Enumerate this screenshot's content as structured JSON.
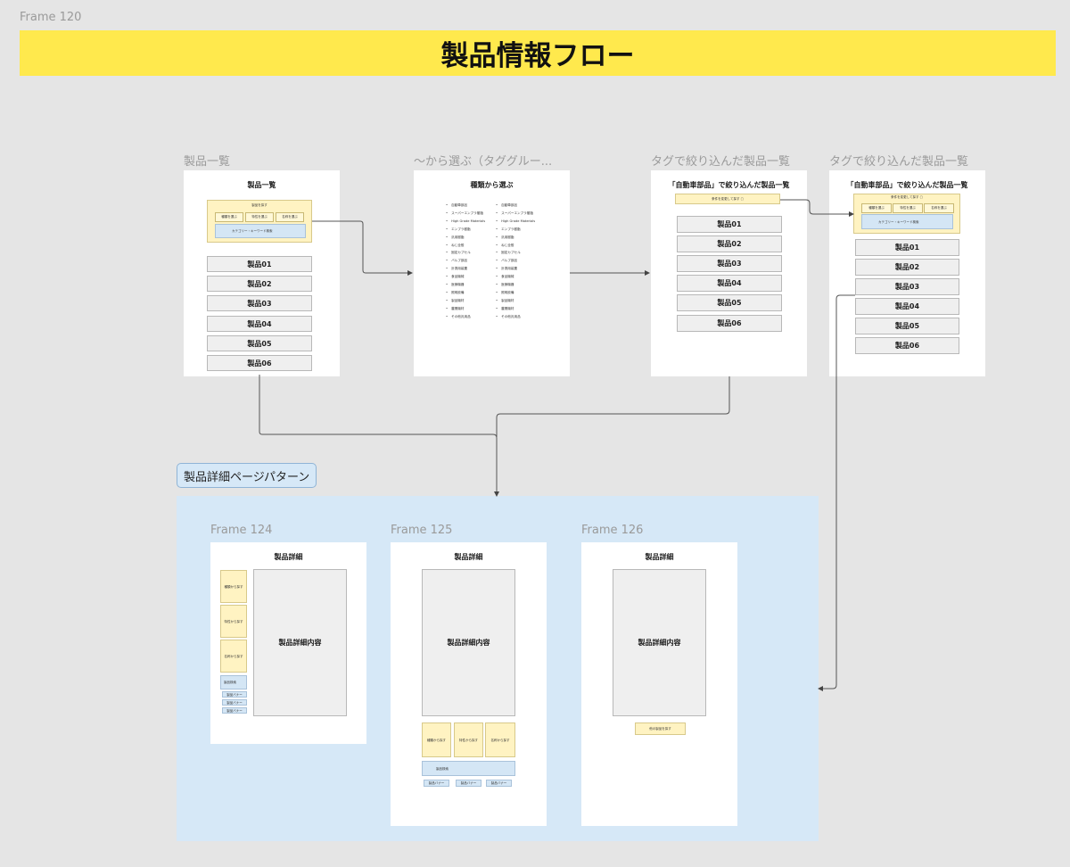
{
  "frame_label": "Frame 120",
  "title": "製品情報フロー",
  "colors": {
    "banner": "#ffe94d",
    "section_bg": "#d6e8f7",
    "card": "#ffffff"
  },
  "section_label": "製品詳細ページパターン",
  "top_frames": [
    {
      "label": "製品一覧",
      "title": "製品一覧",
      "search": {
        "title": "製品を探す",
        "buttons": [
          "種類を選ぶ",
          "特性を選ぶ",
          "名称を選ぶ"
        ],
        "keyword": "カテゴリー・キーワード検索"
      },
      "products": [
        "製品01",
        "製品02",
        "製品03",
        "製品04",
        "製品05",
        "製品06"
      ]
    },
    {
      "label": "〜から選ぶ（タググルー...",
      "title": "種類から選ぶ",
      "col1": [
        "自動車部品",
        "スーパーエンプラ樹脂",
        "High Grade Materials",
        "エンプラ樹脂",
        "汎用樹脂",
        "ねじ全般",
        "固定カプセル",
        "バルブ部品",
        "計測用装置",
        "食品機械",
        "医療機器",
        "照明設備",
        "製品機材",
        "農業機材",
        "その他汎用品"
      ],
      "col2": [
        "自動車部品",
        "スーパーエンプラ樹脂",
        "High Grade Materials",
        "エンプラ樹脂",
        "汎用樹脂",
        "ねじ全般",
        "固定カプセル",
        "バルブ部品",
        "計測用装置",
        "食品機械",
        "医療機器",
        "照明設備",
        "製品機材",
        "農業機材",
        "その他汎用品"
      ]
    },
    {
      "label": "タグで絞り込んだ製品一覧",
      "title": "「自動車部品」で絞り込んだ製品一覧",
      "condition": "条件を変更して探す ▢",
      "products": [
        "製品01",
        "製品02",
        "製品03",
        "製品04",
        "製品05",
        "製品06"
      ]
    },
    {
      "label": "タグで絞り込んだ製品一覧",
      "title": "「自動車部品」で絞り込んだ製品一覧",
      "condition": "条件を変更して探す ▢",
      "buttons": [
        "種類を選ぶ",
        "特性を選ぶ",
        "名称を選ぶ"
      ],
      "keyword": "カテゴリー・キーワード検索",
      "products": [
        "製品01",
        "製品02",
        "製品03",
        "製品04",
        "製品05",
        "製品06"
      ]
    }
  ],
  "detail_frames": [
    {
      "label": "Frame 124",
      "title": "製品詳細",
      "content": "製品詳細内容",
      "side_buttons": [
        "種類から探す",
        "特性から探す",
        "名称から探す"
      ],
      "side_link": "製品検索",
      "side_banners": [
        "製品バナー",
        "製品バナー",
        "製品バナー"
      ]
    },
    {
      "label": "Frame 125",
      "title": "製品詳細",
      "content": "製品詳細内容",
      "bottom_buttons": [
        "種類から探す",
        "特性から探す",
        "名称から探す"
      ],
      "search_bar": "製品検索",
      "banners": [
        "製品バナー",
        "製品バナー",
        "製品バナー"
      ]
    },
    {
      "label": "Frame 126",
      "title": "製品詳細",
      "content": "製品詳細内容",
      "other_button": "他の製品を探す"
    }
  ]
}
